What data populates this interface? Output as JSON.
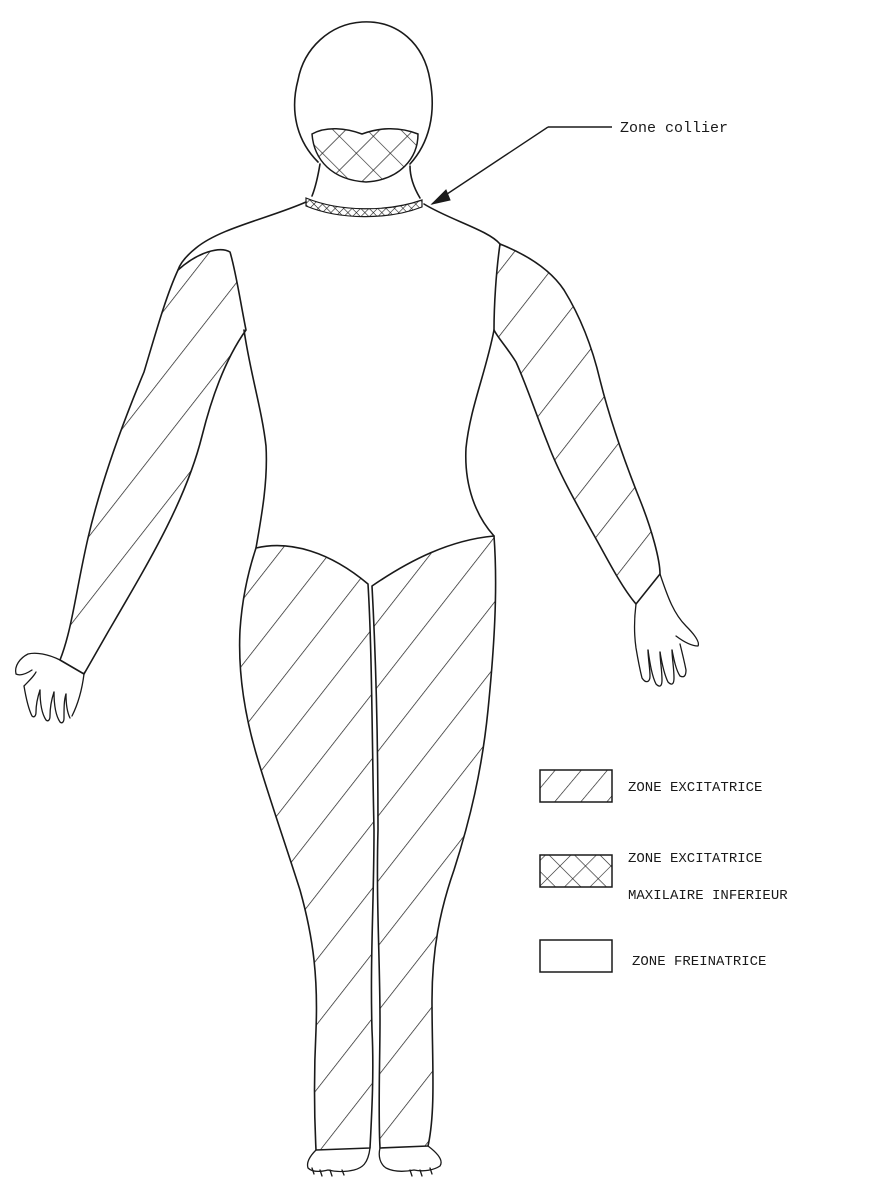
{
  "diagram": {
    "callout": {
      "label": "Zone collier"
    },
    "legend": {
      "items": [
        {
          "pattern": "diagonal",
          "lines": [
            "ZONE EXCITATRICE"
          ]
        },
        {
          "pattern": "crosshatch",
          "lines": [
            "ZONE EXCITATRICE",
            "MAXILAIRE INFERIEUR"
          ]
        },
        {
          "pattern": "blank",
          "lines": [
            "ZONE FREINATRICE"
          ]
        }
      ]
    },
    "colors": {
      "ink": "#1a1a1a",
      "paper": "#ffffff"
    }
  }
}
